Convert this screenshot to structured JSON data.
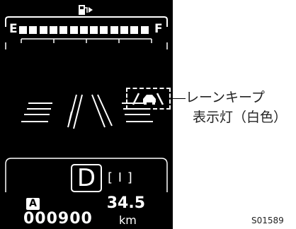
{
  "fuel_gauge": {
    "empty_label": "E",
    "full_label": "F",
    "icon": "fuel-pump-icon",
    "level": 1.0,
    "segments": 13
  },
  "lane_indicator": {
    "icon": "lane-departure-icon",
    "color": "#ffffff"
  },
  "transmission": {
    "gear": "D",
    "shift_indicator": "[ I ]"
  },
  "trip": {
    "badge": "A",
    "value": "34.5"
  },
  "odometer": {
    "value": "000900",
    "unit": "km"
  },
  "callout": {
    "line1": "レーンキープ",
    "line2": "表示灯（白色）"
  },
  "figure_code": "S01589"
}
